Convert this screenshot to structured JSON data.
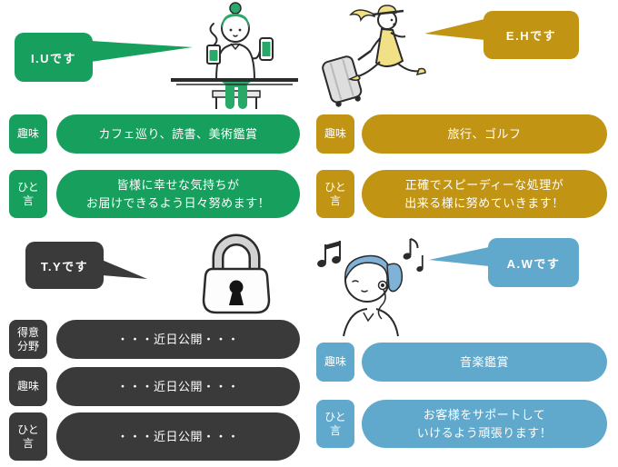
{
  "page": {
    "background_color": "#ffffff",
    "description": "staff introduction cards"
  },
  "theme_colors": {
    "green": "#17a05d",
    "gold": "#c29414",
    "dark": "#3a3a3a",
    "blue": "#60a8cc"
  },
  "members": [
    {
      "name_label": "I.Uです",
      "theme_color": "#17a05d",
      "illustration": "woman-with-smartphone-and-coffee-icon",
      "rows": [
        {
          "label_lines": [
            "趣味"
          ],
          "value_lines": [
            "カフェ巡り、読書、美術鑑賞"
          ]
        },
        {
          "label_lines": [
            "ひと",
            "言"
          ],
          "value_lines": [
            "皆様に幸せな気持ちが",
            "お届けできるよう日々努めます！"
          ]
        }
      ]
    },
    {
      "name_label": "E.Hです",
      "theme_color": "#c29414",
      "illustration": "woman-running-with-suitcase-icon",
      "rows": [
        {
          "label_lines": [
            "趣味"
          ],
          "value_lines": [
            "旅行、ゴルフ"
          ]
        },
        {
          "label_lines": [
            "ひと",
            "言"
          ],
          "value_lines": [
            "正確でスピーディーな処理が",
            "出来る様に努めていきます！"
          ]
        }
      ]
    },
    {
      "name_label": "T.Yです",
      "theme_color": "#3a3a3a",
      "illustration": "padlock-icon",
      "rows": [
        {
          "label_lines": [
            "得意",
            "分野"
          ],
          "value_lines": [
            "・・・近日公開・・・"
          ]
        },
        {
          "label_lines": [
            "趣味"
          ],
          "value_lines": [
            "・・・近日公開・・・"
          ]
        },
        {
          "label_lines": [
            "ひと",
            "言"
          ],
          "value_lines": [
            "・・・近日公開・・・"
          ]
        }
      ]
    },
    {
      "name_label": "A.Wです",
      "theme_color": "#60a8cc",
      "illustration": "woman-listening-to-music-icon",
      "rows": [
        {
          "label_lines": [
            "趣味"
          ],
          "value_lines": [
            "音楽鑑賞"
          ]
        },
        {
          "label_lines": [
            "ひと",
            "言"
          ],
          "value_lines": [
            "お客様をサポートして",
            "いけるよう頑張ります！"
          ]
        }
      ]
    }
  ]
}
